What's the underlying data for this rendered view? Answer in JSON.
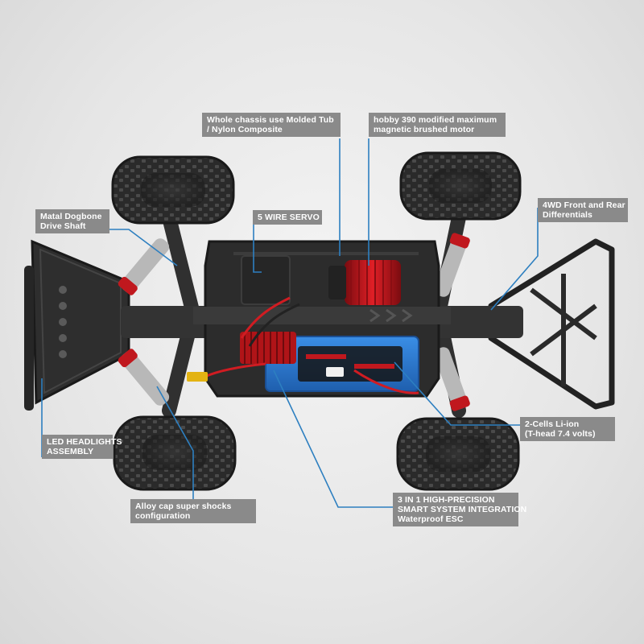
{
  "image": {
    "subject": "rc-short-course-truck-chassis-top-view",
    "colors": {
      "background": "#e8e8e8",
      "chassis": "#2f2f2f",
      "tire": "#2a2a2a",
      "motor_can": "#c7161d",
      "battery": "#2f7fd6",
      "shock_spring": "#b9b9b9",
      "callout_line": "#2d7fc0",
      "label_bg": "#8a8a8a",
      "label_text": "#ffffff"
    }
  },
  "callouts": {
    "chassis": {
      "line1": "Whole chassis use Molded Tub",
      "line2": "/ Nylon Composite"
    },
    "motor": {
      "line1": "hobby 390 modified maximum",
      "line2": "magnetic brushed motor"
    },
    "dogbone": {
      "line1": "Matal Dogbone",
      "line2": "Drive Shaft"
    },
    "servo": {
      "line1": "5 WIRE SERVO"
    },
    "diff": {
      "line1": "4WD Front and Rear",
      "line2": "Differentials"
    },
    "headlights": {
      "line1": "LED HEADLIGHTS",
      "line2": "ASSEMBLY"
    },
    "battery": {
      "line1": "2-Cells  Li-ion",
      "line2": "(T-head 7.4 volts)"
    },
    "shocks": {
      "line1": "Alloy cap super shocks",
      "line2": "configuration"
    },
    "esc": {
      "line1": "3 IN 1 HIGH-PRECISION",
      "line2": "SMART SYSTEM INTEGRATION",
      "line3": "Waterproof ESC"
    }
  }
}
